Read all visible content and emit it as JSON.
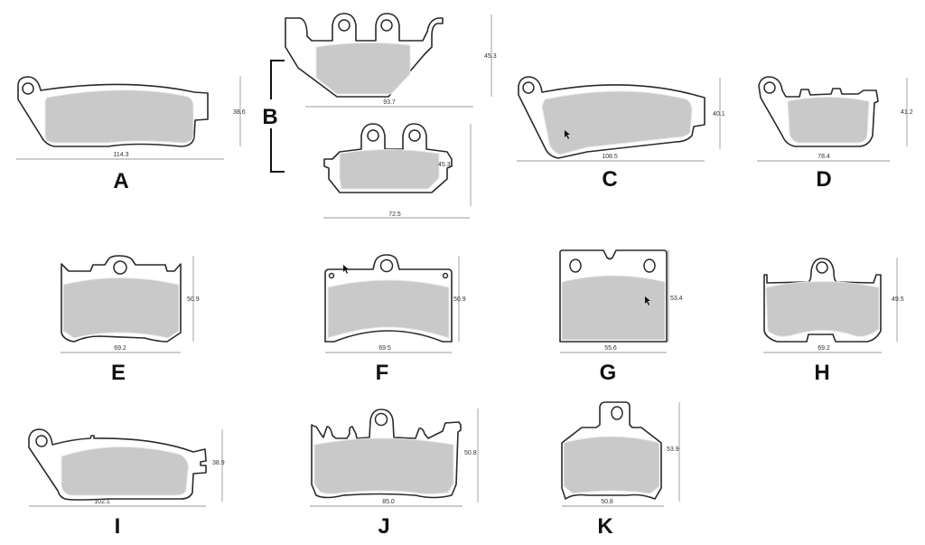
{
  "pads": [
    {
      "id": "A",
      "width": "114.3",
      "height": "38.6"
    },
    {
      "id": "B",
      "variants": [
        {
          "width": "93.7",
          "height": "45.3"
        },
        {
          "width": "72.5",
          "height": "45.3"
        }
      ]
    },
    {
      "id": "C",
      "width": "108.5",
      "height": "40.1"
    },
    {
      "id": "D",
      "width": "78.4",
      "height": "41.2"
    },
    {
      "id": "E",
      "width": "69.2",
      "height": "50.9"
    },
    {
      "id": "F",
      "width": "69.5",
      "height": "50.9"
    },
    {
      "id": "G",
      "width": "55.6",
      "height": "53.4"
    },
    {
      "id": "H",
      "width": "69.2",
      "height": "49.5"
    },
    {
      "id": "I",
      "width": "102.1",
      "height": "38.9"
    },
    {
      "id": "J",
      "width": "85.0",
      "height": "50.8"
    },
    {
      "id": "K",
      "width": "50.8",
      "height": "53.9"
    }
  ],
  "colors": {
    "friction_material": "#c9c9c9",
    "outline": "#2a2a2a",
    "dimension_line": "#999999"
  }
}
